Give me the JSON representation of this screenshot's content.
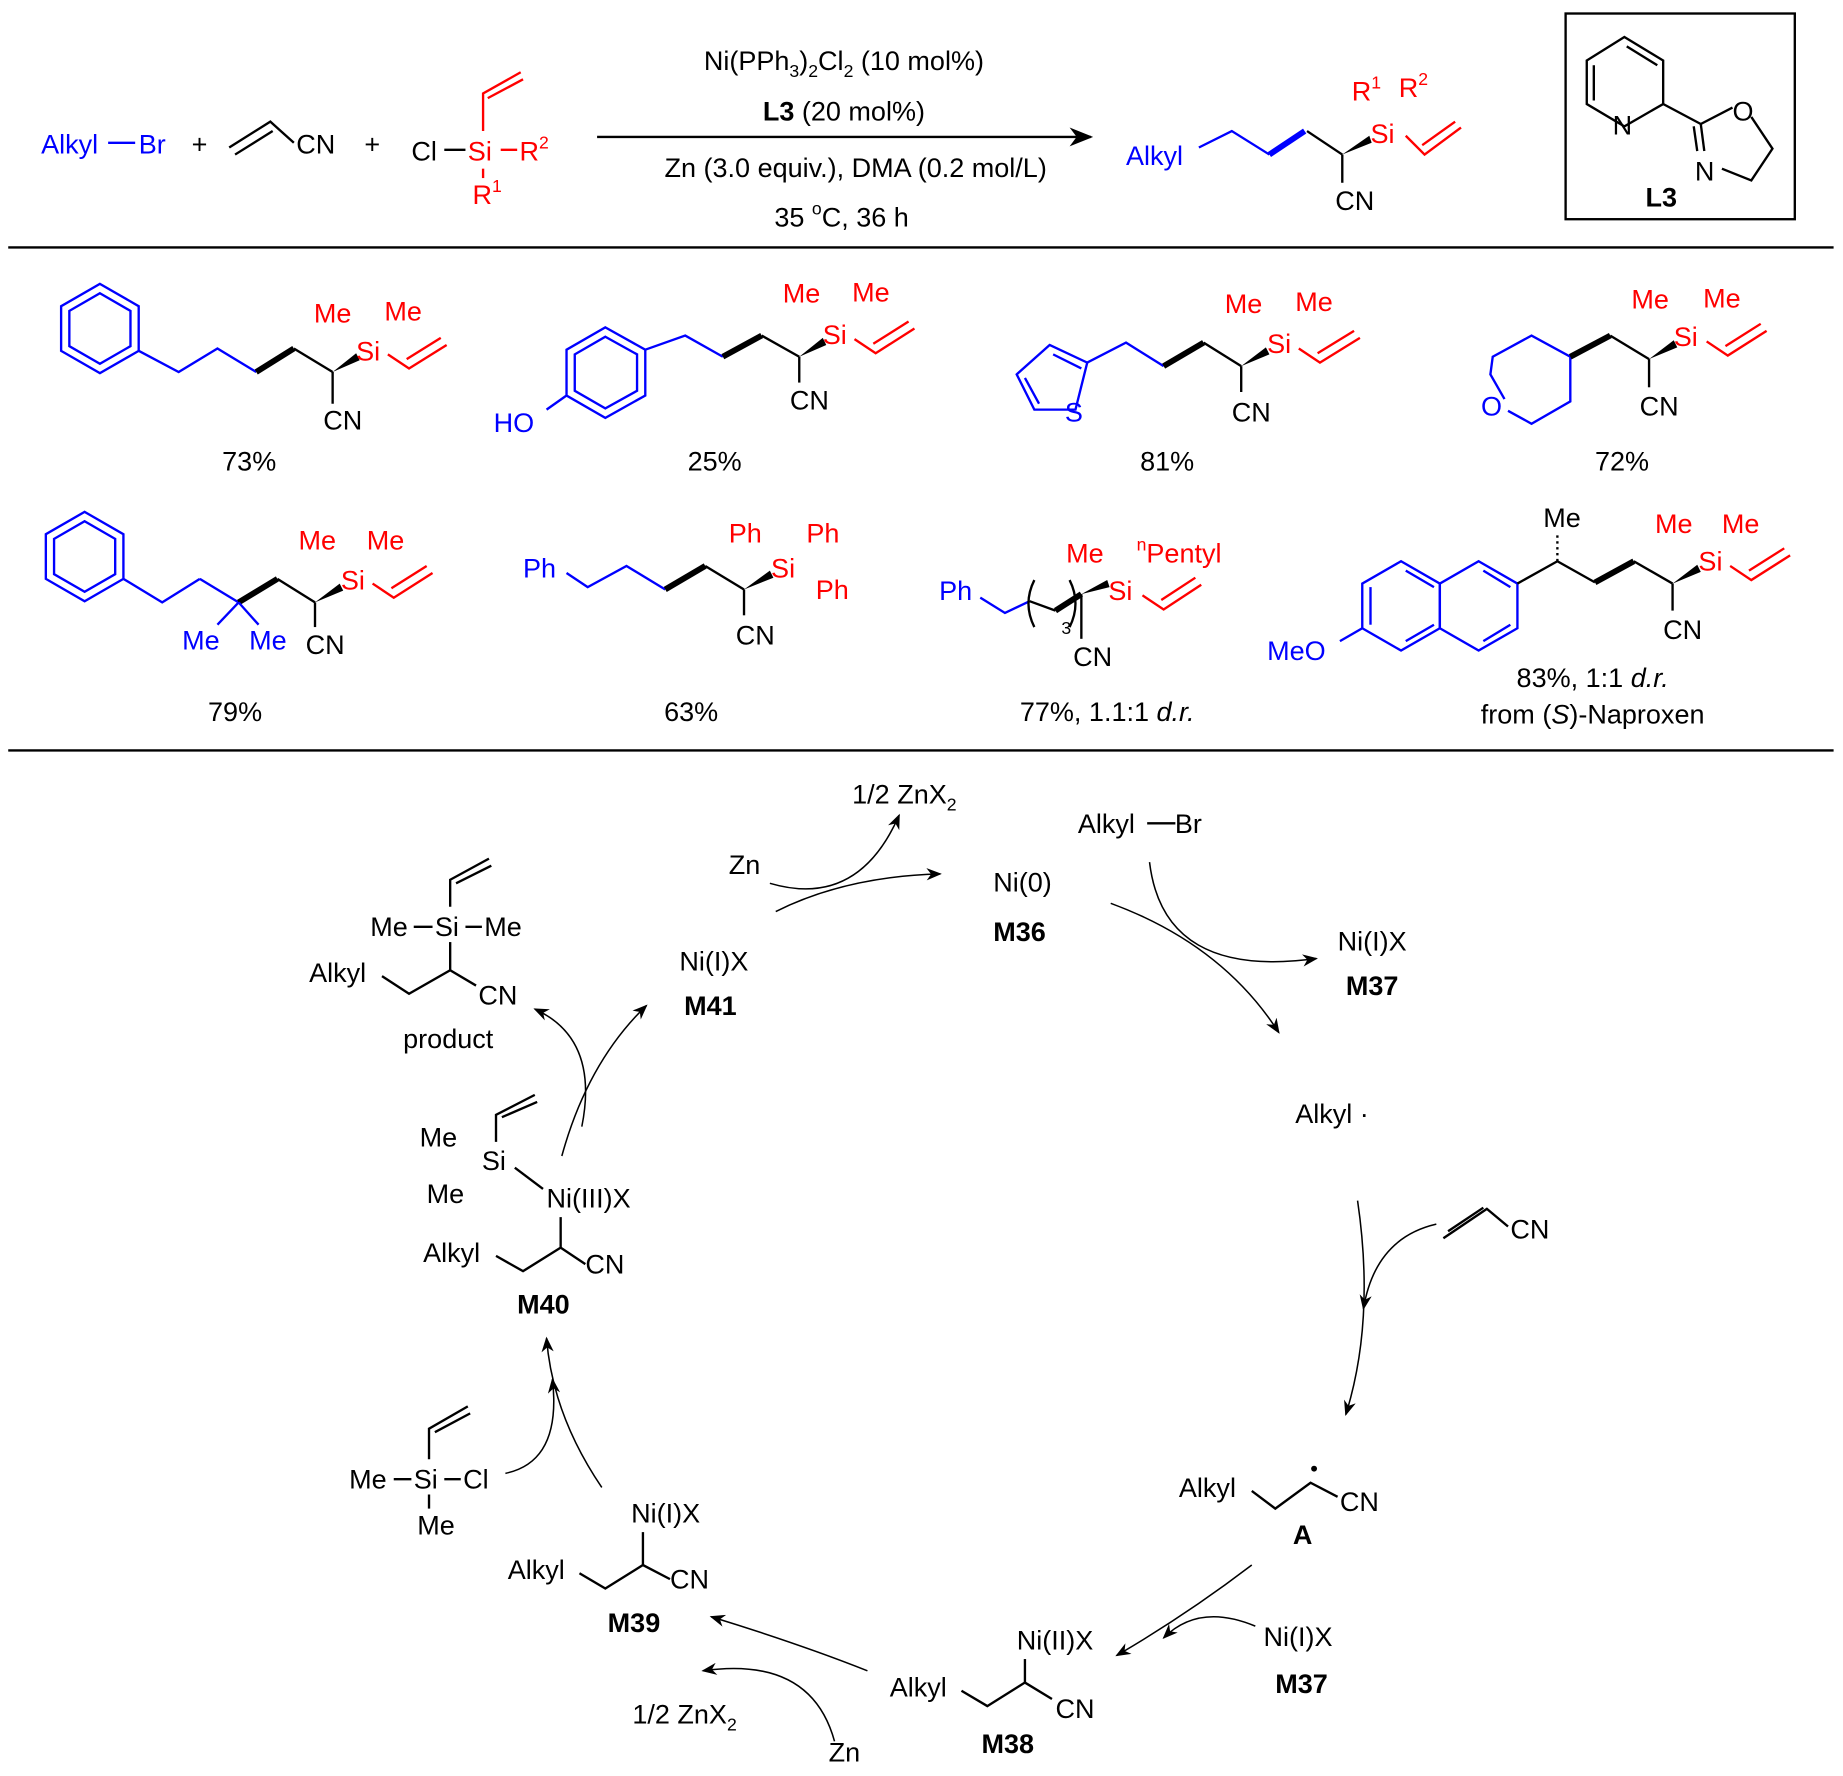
{
  "scheme": {
    "reactants": {
      "alkyl": "Alkyl",
      "br": "Br",
      "plus": "+",
      "cn": "CN",
      "cl": "Cl",
      "si": "Si",
      "r": "R",
      "one": "1",
      "two": "2"
    },
    "conditions": {
      "line1": [
        "Ni(PPh",
        "3",
        ")",
        "2",
        "Cl",
        "2",
        " (10 mol%)"
      ],
      "line2": [
        "L3",
        " (20 mol%)"
      ],
      "line3": "Zn (3.0 equiv.), DMA (0.2 mol/L)",
      "line4": [
        "35 ",
        "o",
        "C, 36 h"
      ]
    },
    "product": {
      "alkyl": "Alkyl",
      "si": "Si",
      "r1": "R",
      "r2": "R",
      "s1": "1",
      "s2": "2",
      "cn": "CN"
    },
    "ligand": {
      "n1": "N",
      "o": "O",
      "n2": "N",
      "label": "L3"
    }
  },
  "substrates": [
    {
      "me1": "Me",
      "me2": "Me",
      "si": "Si",
      "cn": "CN",
      "yield": "73%"
    },
    {
      "me1": "Me",
      "me2": "Me",
      "si": "Si",
      "cn": "CN",
      "ho": "HO",
      "yield": "25%"
    },
    {
      "me1": "Me",
      "me2": "Me",
      "si": "Si",
      "cn": "CN",
      "s": "S",
      "yield": "81%"
    },
    {
      "me1": "Me",
      "me2": "Me",
      "si": "Si",
      "cn": "CN",
      "o": "O",
      "yield": "72%"
    },
    {
      "me1": "Me",
      "me2": "Me",
      "si": "Si",
      "cn": "CN",
      "me3": "Me",
      "me4": "Me",
      "yield": "79%"
    },
    {
      "ph0": "Ph",
      "ph1": "Ph",
      "ph2": "Ph",
      "ph3": "Ph",
      "si": "Si",
      "cn": "CN",
      "yield": "63%"
    },
    {
      "ph": "Ph",
      "me": "Me",
      "n": "n",
      "pentyl": "Pentyl",
      "si": "Si",
      "cn": "CN",
      "three": "3",
      "yield": "77%, 1.1:1 ",
      "dr": "d.r."
    },
    {
      "meo": "MeO",
      "me0": "Me",
      "me1": "Me",
      "me2": "Me",
      "si": "Si",
      "cn": "CN",
      "yield": "83%, 1:1 ",
      "dr": "d.r.",
      "from1": "from (",
      "s": "S",
      "from2": ")-Naproxen"
    }
  ],
  "cycle": {
    "znx2_top": [
      "1/2 ZnX",
      "2"
    ],
    "zn_top": "Zn",
    "ni0": "Ni(0)",
    "m36": "M36",
    "alkylbr": "Alkyl",
    "br": "Br",
    "nix_m37": "Ni(I)X",
    "m37": "M37",
    "radical": "Alkyl ·",
    "acn": "CN",
    "a_alkyl": "Alkyl",
    "a_cn": "CN",
    "a_label": "A",
    "nix2": "Ni(I)X",
    "m37b": "M37",
    "m38_ni": "Ni(II)X",
    "m38_alkyl": "Alkyl",
    "m38_cn": "CN",
    "m38": "M38",
    "znx2_bot": [
      "1/2 ZnX",
      "2"
    ],
    "zn_bot": "Zn",
    "m39_ni": "Ni(I)X",
    "m39_alkyl": "Alkyl",
    "m39_cn": "CN",
    "m39": "M39",
    "silane": {
      "me1": "Me",
      "si": "Si",
      "cl": "Cl",
      "me2": "Me"
    },
    "m40": {
      "me1": "Me",
      "si": "Si",
      "me2": "Me",
      "ni": "Ni(III)X",
      "alkyl": "Alkyl",
      "cn": "CN",
      "label": "M40"
    },
    "m41_ni": "Ni(I)X",
    "m41": "M41",
    "product": {
      "me1": "Me",
      "si": "Si",
      "me2": "Me",
      "alkyl": "Alkyl",
      "cn": "CN",
      "label": "product"
    }
  }
}
